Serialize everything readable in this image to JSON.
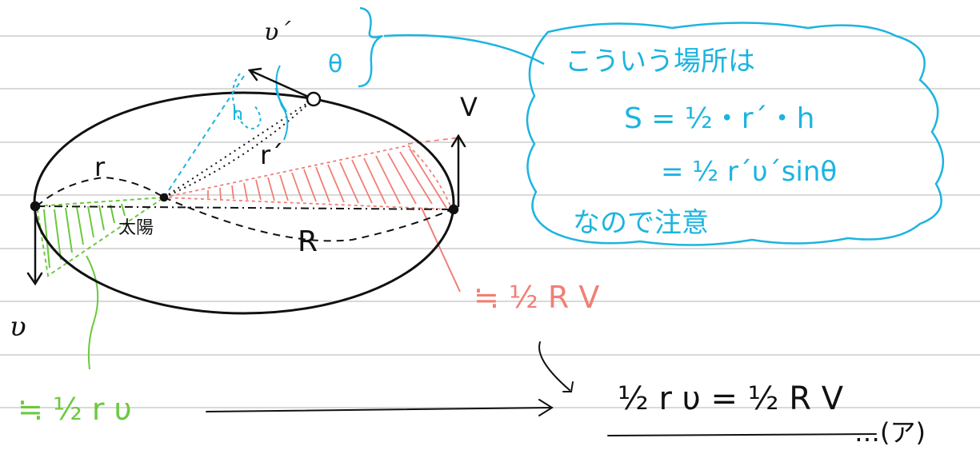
{
  "colors": {
    "rule_lines": "#d9d9d9",
    "ink": "#111111",
    "blue": "#1cb4e0",
    "green": "#6cc93f",
    "red": "#f07f76"
  },
  "labels": {
    "v_prime": "υ´",
    "theta": "θ",
    "r": "r",
    "r_prime": "r´",
    "h": "h",
    "sun": "太陽",
    "R": "R",
    "V": "V",
    "v": "υ"
  },
  "note": {
    "line1": "こういう場所は",
    "line2": "S = ½・r´・h",
    "line3": "= ½ r´υ´sinθ",
    "line4": "なので注意"
  },
  "green_formula": "≒ ½ r υ",
  "red_formula": "≒ ½ R V",
  "result": {
    "equation": "½ r υ = ½ R V",
    "tag": "…(ア)"
  }
}
